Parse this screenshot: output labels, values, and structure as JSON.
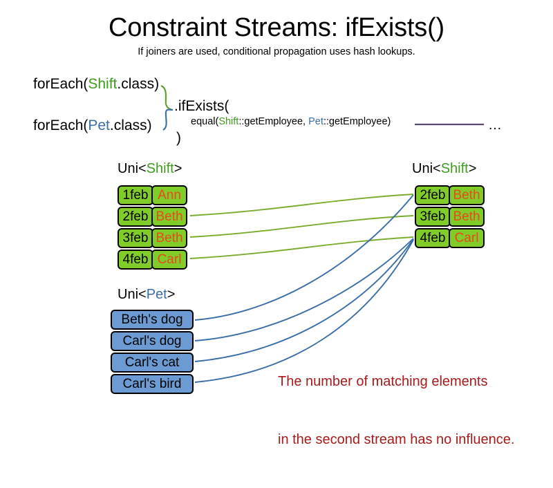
{
  "slide": {
    "title": "Constraint Streams: ifExists()",
    "subtitle": "If joiners are used, conditional propagation uses hash lookups."
  },
  "code": {
    "foreach_shift_prefix": "forEach(",
    "foreach_shift_type": "Shift",
    "foreach_shift_suffix": ".class)",
    "foreach_pet_prefix": "forEach(",
    "foreach_pet_type": "Pet",
    "foreach_pet_suffix": ".class)",
    "if_exists_open": ".ifExists(",
    "equal_prefix": "equal(",
    "equal_shift_type": "Shift",
    "equal_shift_method": "::getEmployee, ",
    "equal_pet_type": "Pet",
    "equal_pet_method": "::getEmployee)",
    "close_paren": ")",
    "ellipsis": "…"
  },
  "streams": {
    "left_shift": {
      "caption_prefix": "Uni<",
      "caption_type": "Shift",
      "caption_suffix": ">",
      "rows": [
        {
          "date": "1feb",
          "name": "Ann"
        },
        {
          "date": "2feb",
          "name": "Beth"
        },
        {
          "date": "3feb",
          "name": "Beth"
        },
        {
          "date": "4feb",
          "name": "Carl"
        }
      ]
    },
    "right_shift": {
      "caption_prefix": "Uni<",
      "caption_type": "Shift",
      "caption_suffix": ">",
      "rows": [
        {
          "date": "2feb",
          "name": "Beth"
        },
        {
          "date": "3feb",
          "name": "Beth"
        },
        {
          "date": "4feb",
          "name": "Carl"
        }
      ]
    },
    "left_pet": {
      "caption_prefix": "Uni<",
      "caption_type": "Pet",
      "caption_suffix": ">",
      "rows": [
        {
          "label": "Beth's dog"
        },
        {
          "label": "Carl's dog"
        },
        {
          "label": "Carl's cat"
        },
        {
          "label": "Carl's bird"
        }
      ]
    }
  },
  "annotation": {
    "line1": "The number of matching elements",
    "line2": "in the second stream has no influence."
  },
  "colors": {
    "shift_green": "#80cc28",
    "shift_type_green": "#3f9c1c",
    "pet_blue": "#6b9bd2",
    "pet_type_blue": "#3a6ea8",
    "name_orange": "#e8491d",
    "annotation_red": "#a61b1b",
    "link_green": "#7aac2e",
    "link_blue": "#3a6ea8",
    "rule_purple": "#5b4a72"
  }
}
